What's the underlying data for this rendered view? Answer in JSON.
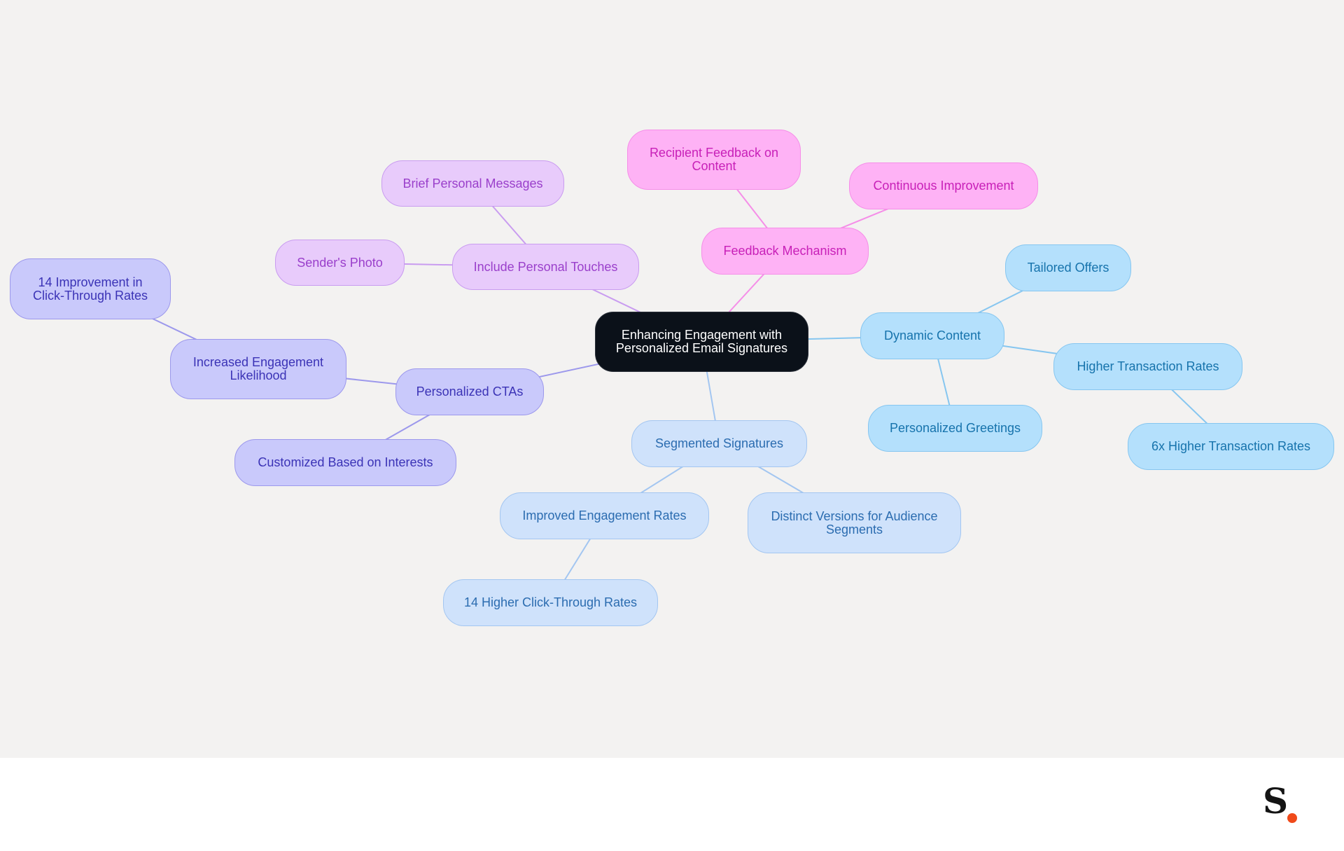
{
  "diagram": {
    "type": "mind-map",
    "root": {
      "id": "root",
      "label": "Enhancing Engagement with\nPersonalized Email Signatures"
    },
    "nodes": [
      {
        "id": "personal-touches",
        "label": "Include Personal Touches",
        "parent": "root",
        "color": "violet"
      },
      {
        "id": "brief-messages",
        "label": "Brief Personal Messages",
        "parent": "personal-touches",
        "color": "violet"
      },
      {
        "id": "senders-photo",
        "label": "Sender's Photo",
        "parent": "personal-touches",
        "color": "violet"
      },
      {
        "id": "feedback-mechanism",
        "label": "Feedback Mechanism",
        "parent": "root",
        "color": "pink"
      },
      {
        "id": "recipient-feedback",
        "label": "Recipient Feedback on\nContent",
        "parent": "feedback-mechanism",
        "color": "pink"
      },
      {
        "id": "continuous-improvement",
        "label": "Continuous Improvement",
        "parent": "feedback-mechanism",
        "color": "pink"
      },
      {
        "id": "dynamic-content",
        "label": "Dynamic Content",
        "parent": "root",
        "color": "sky"
      },
      {
        "id": "tailored-offers",
        "label": "Tailored Offers",
        "parent": "dynamic-content",
        "color": "sky"
      },
      {
        "id": "higher-transaction",
        "label": "Higher Transaction Rates",
        "parent": "dynamic-content",
        "color": "sky"
      },
      {
        "id": "six-x-transaction",
        "label": "6x Higher Transaction Rates",
        "parent": "higher-transaction",
        "color": "sky"
      },
      {
        "id": "personalized-greetings",
        "label": "Personalized Greetings",
        "parent": "dynamic-content",
        "color": "sky"
      },
      {
        "id": "segmented-signatures",
        "label": "Segmented Signatures",
        "parent": "root",
        "color": "blue"
      },
      {
        "id": "improved-engagement",
        "label": "Improved Engagement Rates",
        "parent": "segmented-signatures",
        "color": "blue"
      },
      {
        "id": "fourteen-higher-ctr",
        "label": "14 Higher Click-Through Rates",
        "parent": "improved-engagement",
        "color": "blue"
      },
      {
        "id": "distinct-versions",
        "label": "Distinct Versions for Audience\nSegments",
        "parent": "segmented-signatures",
        "color": "blue"
      },
      {
        "id": "personalized-ctas",
        "label": "Personalized CTAs",
        "parent": "root",
        "color": "indigo"
      },
      {
        "id": "increased-likelihood",
        "label": "Increased Engagement\nLikelihood",
        "parent": "personalized-ctas",
        "color": "indigo"
      },
      {
        "id": "fourteen-improvement-ctr",
        "label": "14 Improvement in\nClick-Through Rates",
        "parent": "increased-likelihood",
        "color": "indigo"
      },
      {
        "id": "customized-interests",
        "label": "Customized Based on Interests",
        "parent": "personalized-ctas",
        "color": "indigo"
      }
    ]
  },
  "palette": {
    "root": "#0b1119",
    "indigo": "#9c98ec",
    "violet": "#c99cf0",
    "pink": "#f58ee8",
    "sky": "#86c6f0",
    "blue": "#a3c6f1"
  },
  "footer": {
    "logo_letter": "S",
    "logo_dot_color": "#f04a1a"
  }
}
